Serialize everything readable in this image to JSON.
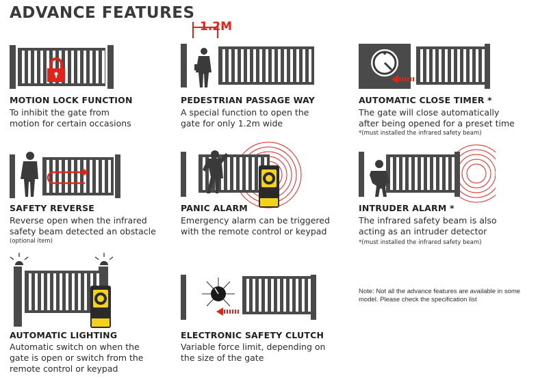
{
  "page_title": "ADVANCE FEATURES",
  "colors": {
    "accent_red": "#e2231a",
    "gate_grey": "#4a4a4a",
    "remote_yellow": "#f2d21b"
  },
  "features": [
    {
      "title": "MOTION LOCK FUNCTION",
      "description": "To inhibit the gate from\nmotion for certain occasions",
      "note": "",
      "icon": "padlock-icon"
    },
    {
      "title": "PEDESTRIAN PASSAGE WAY",
      "description": "A special function to open the\ngate for only 1.2m wide",
      "note": "",
      "icon": "pedestrian-icon",
      "dimension_label": "1.2M"
    },
    {
      "title": "AUTOMATIC CLOSE TIMER *",
      "description": "The gate will close automatically\nafter being opened for a preset time",
      "note": "*(must installed the infrared safety beam)",
      "icon": "timer-icon"
    },
    {
      "title": "SAFETY REVERSE",
      "description": "Reverse open when the infrared\nsafety beam detected an obstacle",
      "note": "(optional item)",
      "icon": "reverse-arrow-icon"
    },
    {
      "title": "PANIC ALARM",
      "description": "Emergency alarm can be triggered\nwith the remote control or keypad",
      "note": "",
      "icon": "alarm-remote-icon"
    },
    {
      "title": "INTRUDER ALARM *",
      "description": "The infrared safety beam is also\nacting as an intruder detector",
      "note": "*(must installed the infrared safety beam)",
      "icon": "intruder-icon"
    },
    {
      "title": "AUTOMATIC LIGHTING",
      "description": "Automatic switch on when the\ngate is open or switch from the\nremote control or keypad",
      "note": "",
      "icon": "lamp-icon"
    },
    {
      "title": "ELECTRONIC SAFETY CLUTCH",
      "description": "Variable force limit, depending on\nthe size of the gate",
      "note": "",
      "icon": "force-dial-icon"
    }
  ],
  "bottom_note": "Note: Not all the advance features are available in some model. Please check the specification list"
}
